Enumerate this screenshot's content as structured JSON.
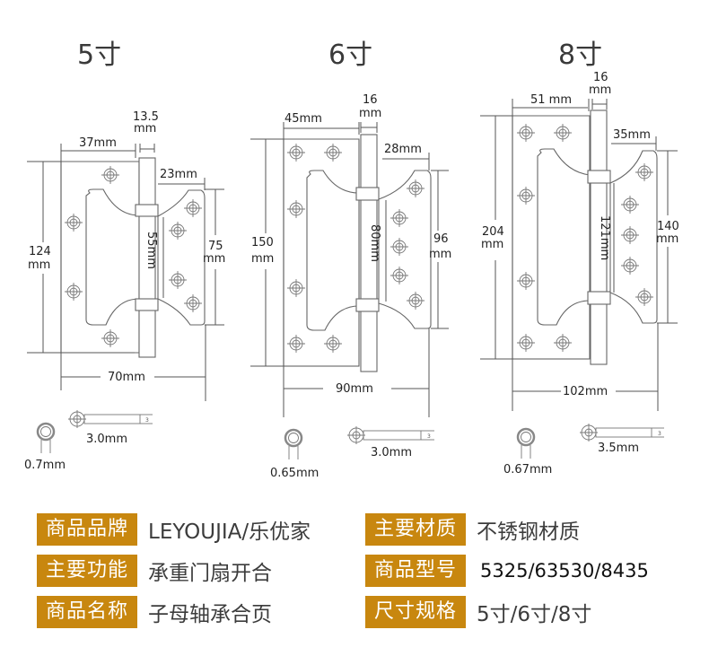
{
  "hinges": [
    {
      "title": "5寸",
      "dims": {
        "leaf_width": "37mm",
        "knuckle": [
          "13.5",
          "mm"
        ],
        "small_leaf": "23mm",
        "height": [
          "124",
          "mm"
        ],
        "inner_span": "55mm",
        "small_height": [
          "75",
          "mm"
        ],
        "total_width": "70mm",
        "screw": "3.0mm",
        "thickness": "0.7mm"
      }
    },
    {
      "title": "6寸",
      "dims": {
        "leaf_width": "45mm",
        "knuckle": [
          "16",
          "mm"
        ],
        "small_leaf": "28mm",
        "height": [
          "150",
          "mm"
        ],
        "inner_span": "80mm",
        "small_height": [
          "96",
          "mm"
        ],
        "total_width": "90mm",
        "screw": "3.0mm",
        "thickness": "0.65mm"
      }
    },
    {
      "title": "8寸",
      "dims": {
        "leaf_width": "51 mm",
        "knuckle": [
          "16",
          "mm"
        ],
        "small_leaf": "35mm",
        "height": [
          "204",
          "mm"
        ],
        "inner_span": "121mm",
        "small_height": [
          "140",
          "mm"
        ],
        "total_width": "102mm",
        "screw": "3.5mm",
        "thickness": "0.67mm"
      }
    }
  ],
  "screw_tag": "3",
  "specs": {
    "left": [
      {
        "label": "商品品牌",
        "value": "LEYOUJIA/乐优家"
      },
      {
        "label": "主要功能",
        "value": "承重门扇开合"
      },
      {
        "label": "商品名称",
        "value": "子母轴承合页"
      }
    ],
    "right": [
      {
        "label": "主要材质",
        "value": "不锈钢材质"
      },
      {
        "label": "商品型号",
        "value": "5325/63530/8435"
      },
      {
        "label": "尺寸规格",
        "value": "5寸/6寸/8寸"
      }
    ]
  },
  "colors": {
    "badge": "#c8870f",
    "text": "#3c3c3c"
  }
}
